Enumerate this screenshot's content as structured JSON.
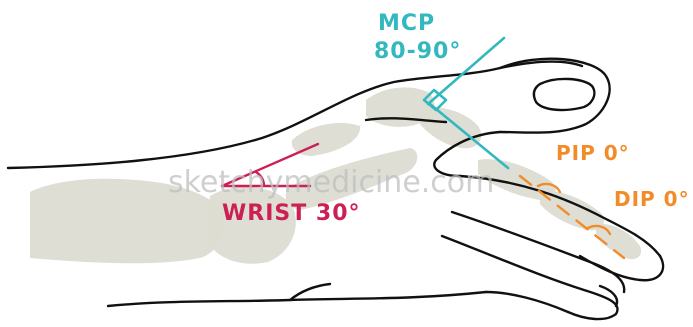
{
  "labels": {
    "mcp_title": "MCP",
    "mcp_angle": "80-90°",
    "pip": "PIP 0°",
    "dip": "DIP 0°",
    "wrist": "WRIST 30°"
  },
  "watermark": "sketchymedicine.com",
  "colors": {
    "mcp": "#33b8bf",
    "finger_joints": "#f28c28",
    "wrist": "#cc1f54",
    "bones": "#dcdcd2",
    "outline": "#111111",
    "watermark": "#bfbfbf"
  }
}
